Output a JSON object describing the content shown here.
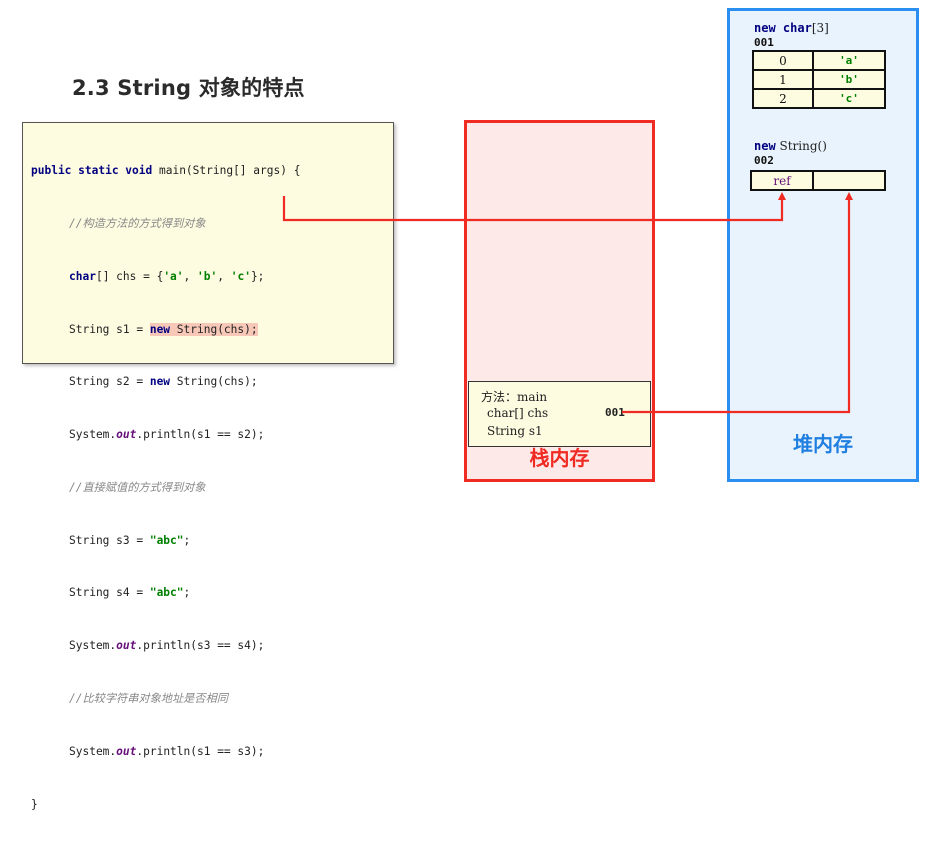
{
  "title": "2.3 String 对象的特点",
  "code": {
    "line1": {
      "kw": "public static void",
      "rest": " main(String[] args) {"
    },
    "comment1": "//构造方法的方式得到对象",
    "line3": {
      "kw": "char",
      "a": "[] chs = {",
      "s1": "'a'",
      "c1": ", ",
      "s2": "'b'",
      "c2": ", ",
      "s3": "'c'",
      "end": "};"
    },
    "line4": {
      "a": "String s1 = ",
      "kw": "new",
      "b": " String(chs);"
    },
    "line5": {
      "a": "String s2 = ",
      "kw": "new",
      "b": " String(chs);"
    },
    "line6": {
      "a": "System.",
      "fd": "out",
      "b": ".println(s1 == s2);"
    },
    "comment2": "//直接赋值的方式得到对象",
    "line8": {
      "a": "String s3 = ",
      "s": "\"abc\"",
      "b": ";"
    },
    "line9": {
      "a": "String s4 = ",
      "s": "\"abc\"",
      "b": ";"
    },
    "line10": {
      "a": "System.",
      "fd": "out",
      "b": ".println(s3 == s4);"
    },
    "comment3": "//比较字符串对象地址是否相同",
    "line12": {
      "a": "System.",
      "fd": "out",
      "b": ".println(s1 == s3);"
    },
    "close": "}"
  },
  "stack": {
    "label": "栈内存",
    "frame_title": "方法：main",
    "var1": "char[]  chs",
    "var1_value": "001",
    "var2": "String  s1"
  },
  "heap": {
    "label": "堆内存",
    "array": {
      "kw": "new",
      "type": " char",
      "dim": "[3]",
      "address": "001",
      "rows": [
        {
          "index": "0",
          "value": "'a'"
        },
        {
          "index": "1",
          "value": "'b'"
        },
        {
          "index": "2",
          "value": "'c'"
        }
      ]
    },
    "string_obj": {
      "kw": "new",
      "type": " String()",
      "address": "002",
      "field": "ref"
    }
  },
  "colors": {
    "stack": "#ef2b23",
    "heap": "#2b8ff2",
    "arrow": "#ef2b23"
  }
}
